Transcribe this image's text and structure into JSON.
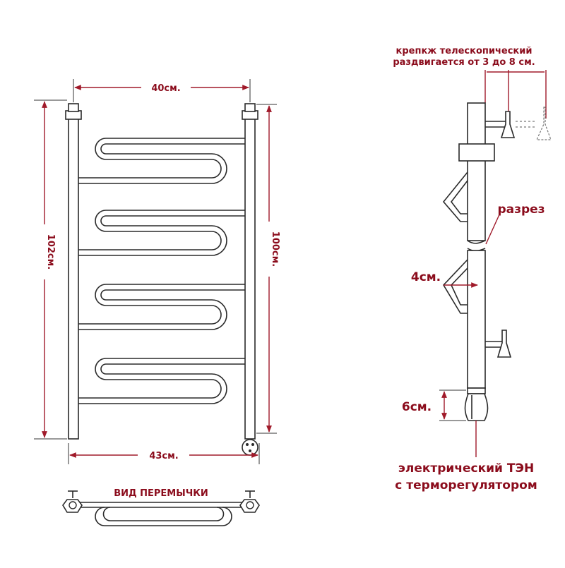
{
  "colors": {
    "label": "#8b0c1c",
    "line": "#2a2a2a",
    "dimension": "#a01a2a"
  },
  "front_view": {
    "width_top": "40см.",
    "width_bottom": "43см.",
    "height_outer": "102см.",
    "height_inner": "100см."
  },
  "bridge_view": {
    "title": "ВИД ПЕРЕМЫЧКИ"
  },
  "side_view": {
    "mount_line1": "крепкж телескопический",
    "mount_line2": "раздвигается от 3 до 8 см.",
    "cut_label": "разрез",
    "depth_label": "4см.",
    "heater_height": "6см.",
    "heater_line1": "электрический  ТЭН",
    "heater_line2": "с терморегулятором"
  }
}
